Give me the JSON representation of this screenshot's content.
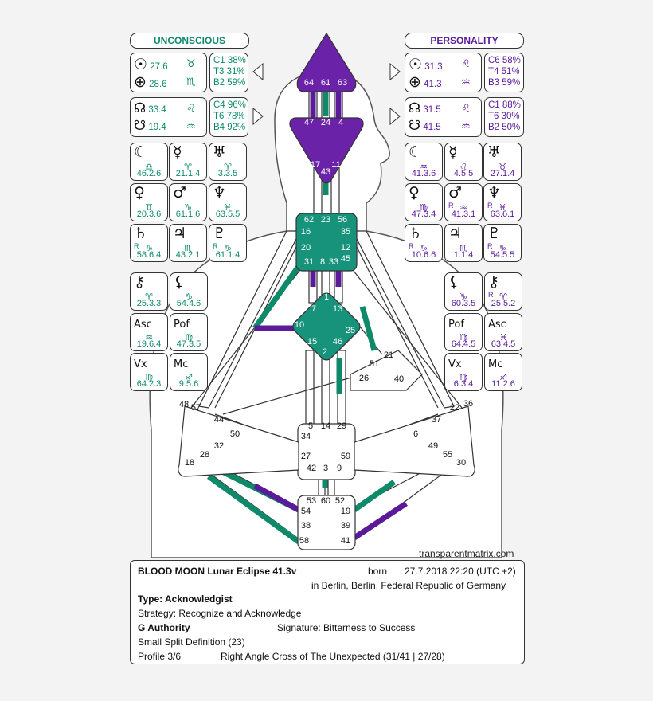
{
  "headers": {
    "left": "UNCONSCIOUS",
    "right": "PERSONALITY"
  },
  "colors": {
    "design": "#0e8a6a",
    "personality": "#5b1a9a",
    "head": "#6a22a8"
  },
  "left": {
    "sun": {
      "glyph": "☉",
      "value": "27.6",
      "sign": "♉"
    },
    "earth": {
      "glyph": "⊕",
      "value": "28.6",
      "sign": "♏"
    },
    "sunvars": [
      "C1 38%",
      "T3 31%",
      "B2 59%"
    ],
    "nnode": {
      "glyph": "☊",
      "value": "33.4",
      "sign": "♌"
    },
    "snode": {
      "glyph": "☋",
      "value": "19.4",
      "sign": "♒"
    },
    "nodevars": [
      "C4 96%",
      "T6 78%",
      "B4 92%"
    ],
    "planets": [
      {
        "glyph": "☾",
        "sign": "♎",
        "value": "46.2.6"
      },
      {
        "glyph": "☿",
        "sign": "♈",
        "value": "21.1.4"
      },
      {
        "glyph": "♅",
        "sign": "♈",
        "value": "3.3.5"
      },
      {
        "glyph": "♀",
        "sign": "♊",
        "value": "20.3.6"
      },
      {
        "glyph": "♂",
        "sign": "♑",
        "value": "61.1.6"
      },
      {
        "glyph": "♆",
        "sign": "♓",
        "value": "63.5.5"
      },
      {
        "glyph": "♄",
        "r": "R",
        "sign": "♑",
        "value": "58.6.4"
      },
      {
        "glyph": "♃",
        "sign": "♏",
        "value": "43.2.1"
      },
      {
        "glyph": "♇",
        "r": "R",
        "sign": "♑",
        "value": "61.1.4"
      }
    ],
    "extra": [
      {
        "glyph": "⚷",
        "sign": "♈",
        "value": "25.3.3"
      },
      {
        "glyph": "⚸",
        "sign": "♑",
        "value": "54.4.6"
      },
      {
        "glyph": "Asc",
        "sign": "♒",
        "value": "19.6.4"
      },
      {
        "glyph": "Pof",
        "sign": "♍",
        "value": "47.3.5"
      },
      {
        "glyph": "Vx",
        "sign": "♍",
        "value": "64.2.3"
      },
      {
        "glyph": "Mc",
        "sign": "♐",
        "value": "9.5.6"
      }
    ]
  },
  "right": {
    "sun": {
      "glyph": "☉",
      "value": "31.3",
      "sign": "♌"
    },
    "earth": {
      "glyph": "⊕",
      "value": "41.3",
      "sign": "♒"
    },
    "sunvars": [
      "C6 58%",
      "T4 51%",
      "B3 59%"
    ],
    "nnode": {
      "glyph": "☊",
      "value": "31.5",
      "sign": "♌"
    },
    "snode": {
      "glyph": "☋",
      "value": "41.5",
      "sign": "♒"
    },
    "nodevars": [
      "C1 88%",
      "T6 30%",
      "B2 50%"
    ],
    "planets": [
      {
        "glyph": "☾",
        "sign": "♒",
        "value": "41.3.6"
      },
      {
        "glyph": "☿",
        "sign": "♌",
        "value": "4.5.5"
      },
      {
        "glyph": "♅",
        "sign": "♉",
        "value": "27.1.4"
      },
      {
        "glyph": "♀",
        "sign": "♍",
        "value": "47.3.4"
      },
      {
        "glyph": "♂",
        "r": "R",
        "sign": "♒",
        "value": "41.3.1"
      },
      {
        "glyph": "♆",
        "r": "R",
        "sign": "♓",
        "value": "63.6.1"
      },
      {
        "glyph": "♄",
        "r": "R",
        "sign": "♑",
        "value": "10.6.6"
      },
      {
        "glyph": "♃",
        "sign": "♏",
        "value": "1.1.4"
      },
      {
        "glyph": "♇",
        "r": "R",
        "sign": "♑",
        "value": "54.5.5"
      }
    ],
    "extra": [
      {
        "glyph": "⚸",
        "sign": "♑",
        "value": "60.3.5"
      },
      {
        "glyph": "⚷",
        "r": "R",
        "sign": "♈",
        "value": "25.5.2"
      },
      {
        "glyph": "Pof",
        "sign": "♍",
        "value": "64.4.5"
      },
      {
        "glyph": "Asc",
        "sign": "♓",
        "value": "63.4.5"
      },
      {
        "glyph": "Vx",
        "sign": "♍",
        "value": "6.3.4"
      },
      {
        "glyph": "Mc",
        "sign": "♐",
        "value": "11.2.6"
      }
    ]
  },
  "gates": {
    "head": [
      "64",
      "61",
      "63"
    ],
    "ajna": [
      "47",
      "24",
      "4",
      "17",
      "43",
      "11"
    ],
    "throat": [
      "62",
      "23",
      "56",
      "16",
      "35",
      "20",
      "12",
      "31",
      "8",
      "33",
      "45"
    ],
    "g": [
      "1",
      "7",
      "13",
      "10",
      "25",
      "15",
      "46",
      "2"
    ],
    "heart": [
      "21",
      "51",
      "26",
      "40"
    ],
    "spleen": [
      "48",
      "57",
      "44",
      "50",
      "32",
      "28",
      "18"
    ],
    "sacral": [
      "5",
      "14",
      "29",
      "34",
      "27",
      "59",
      "42",
      "3",
      "9"
    ],
    "esp": [
      "36",
      "22",
      "37",
      "6",
      "49",
      "55",
      "30"
    ],
    "root": [
      "53",
      "60",
      "52",
      "54",
      "19",
      "38",
      "39",
      "58",
      "41"
    ]
  },
  "credit": "transparentmatrix.com",
  "info": {
    "title": "BLOOD MOON Lunar Eclipse 41.3v",
    "born_label": "born",
    "born_value": "27.7.2018 22:20 (UTC +2)",
    "place": "in Berlin, Berlin, Federal Republic of Germany",
    "type": "Type: Acknowledgist",
    "strategy": "Strategy: Recognize and Acknowledge",
    "authority": "G Authority",
    "signature": "Signature: Bitterness to Success",
    "definition": "Small Split Definition (23)",
    "profile": "Profile 3/6",
    "cross": "Right Angle Cross of The Unexpected (31/41 | 27/28)"
  }
}
